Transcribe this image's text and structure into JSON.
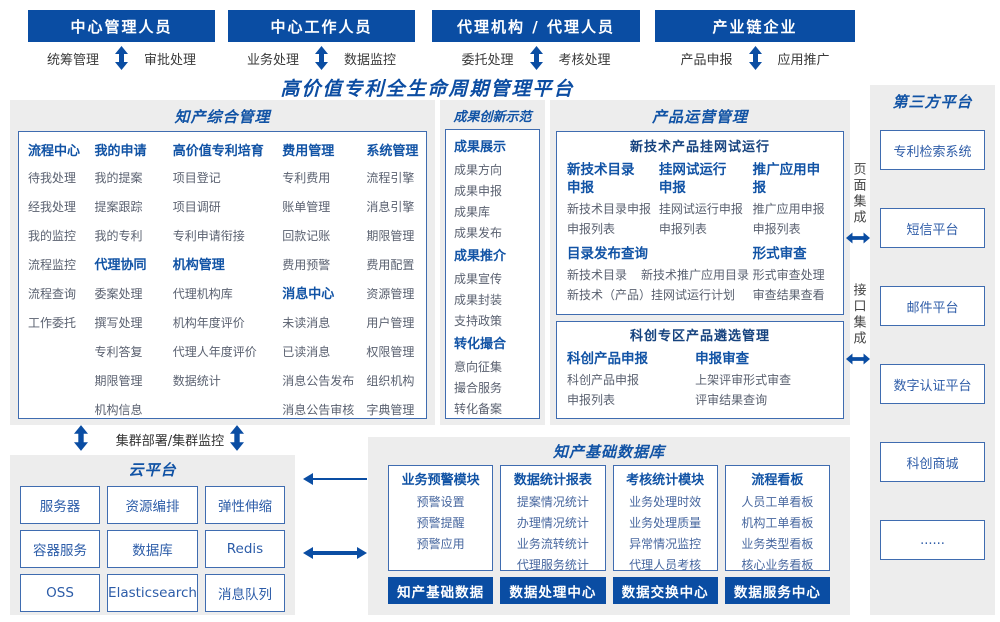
{
  "title": "高价值专利全生命周期管理平台",
  "roles": [
    {
      "name": "中心管理人员",
      "left": "统筹管理",
      "right": "审批处理"
    },
    {
      "name": "中心工作人员",
      "left": "业务处理",
      "right": "数据监控"
    },
    {
      "name": "代理机构 / 代理人员",
      "left": "委托处理",
      "right": "考核处理"
    },
    {
      "name": "产业链企业",
      "left": "产品申报",
      "right": "应用推广"
    }
  ],
  "ip": {
    "title": "知产综合管理",
    "columns": [
      {
        "header": "流程中心",
        "entries": [
          "待我处理",
          "经我处理",
          "我的监控",
          "流程监控",
          "流程查询",
          "工作委托"
        ]
      },
      {
        "header": "我的申请",
        "entries": [
          "我的提案",
          "提案跟踪",
          "我的专利",
          {
            "text": "代理协同",
            "type": "sub"
          },
          "委案处理",
          "撰写处理",
          "专利答复",
          "期限管理",
          "机构信息"
        ]
      },
      {
        "header": "高价值专利培育",
        "entries": [
          "项目登记",
          "项目调研",
          "专利申请衔接",
          {
            "text": "机构管理",
            "type": "sub"
          },
          "代理机构库",
          "机构年度评价",
          "代理人年度评价",
          "数据统计"
        ]
      },
      {
        "header": "费用管理",
        "entries": [
          "专利费用",
          "账单管理",
          "回款记账",
          "费用预警",
          {
            "text": "消息中心",
            "type": "sub"
          },
          "未读消息",
          "已读消息",
          "消息公告发布",
          "消息公告审核"
        ]
      },
      {
        "header": "系统管理",
        "entries": [
          "流程引擎",
          "消息引擎",
          "期限管理",
          "费用配置",
          "资源管理",
          "用户管理",
          "权限管理",
          "组织机构",
          "字典管理"
        ]
      }
    ]
  },
  "achievements": {
    "title": "成果创新示范",
    "groups": [
      {
        "header": "成果展示",
        "items": [
          "成果方向",
          "成果申报",
          "成果库",
          "成果发布"
        ]
      },
      {
        "header": "成果推介",
        "items": [
          "成果宣传",
          "成果封装",
          "支持政策"
        ]
      },
      {
        "header": "转化撮合",
        "items": [
          "意向征集",
          "撮合服务",
          "转化备案"
        ]
      }
    ]
  },
  "product_ops": {
    "title": "产品运营管理",
    "trial": {
      "title": "新技术产品挂网试运行",
      "columns": [
        {
          "header": "新技术目录\n申报",
          "items": [
            "新技术目录申报",
            "申报列表"
          ]
        },
        {
          "header": "挂网试运行\n申报",
          "items": [
            "挂网试运行申报",
            "申报列表"
          ]
        },
        {
          "header": "推广应用申报",
          "items": [
            "推广应用申报",
            "申报列表"
          ]
        }
      ],
      "catalog": {
        "header": "目录发布查询",
        "items": [
          "新技术目录",
          "新技术推广应用目录",
          "新技术（产品）挂网试运行计划"
        ]
      },
      "review": {
        "header": "形式审查",
        "items": [
          "形式审查处理",
          "审查结果查看"
        ]
      }
    },
    "selection": {
      "title": "科创专区产品遴选管理",
      "columns": [
        {
          "header": "科创产品申报",
          "items": [
            "科创产品申报",
            "申报列表"
          ]
        },
        {
          "header": "申报审查",
          "items": [
            "上架评审形式审查",
            "评审结果查询"
          ]
        }
      ]
    }
  },
  "third_party": {
    "title": "第三方平台",
    "boxes": [
      "专利检索系统",
      "短信平台",
      "邮件平台",
      "数字认证平台",
      "科创商城",
      "......"
    ]
  },
  "integration": {
    "page": "页面集成",
    "api": "接口集成"
  },
  "cluster_label": "集群部署/集群监控",
  "cloud": {
    "title": "云平台",
    "services": [
      "服务器",
      "资源编排",
      "弹性伸缩",
      "容器服务",
      "数据库",
      "Redis",
      "OSS",
      "Elasticsearch",
      "消息队列"
    ]
  },
  "db": {
    "title": "知产基础数据库",
    "columns": [
      {
        "header": "业务预警模块",
        "items": [
          "预警设置",
          "预警提醒",
          "预警应用"
        ]
      },
      {
        "header": "数据统计报表",
        "items": [
          "提案情况统计",
          "办理情况统计",
          "业务流转统计",
          "代理服务统计"
        ]
      },
      {
        "header": "考核统计模块",
        "items": [
          "业务处理时效",
          "业务处理质量",
          "异常情况监控",
          "代理人员考核"
        ]
      },
      {
        "header": "流程看板",
        "items": [
          "人员工单看板",
          "机构工单看板",
          "业务类型看板",
          "核心业务看板"
        ]
      }
    ],
    "bars": [
      "知产基础数据",
      "数据处理中心",
      "数据交换中心",
      "数据服务中心"
    ]
  },
  "colors": {
    "primary": "#0a4da3",
    "header_text": "#1153a5",
    "panel_bg": "#ededed"
  }
}
